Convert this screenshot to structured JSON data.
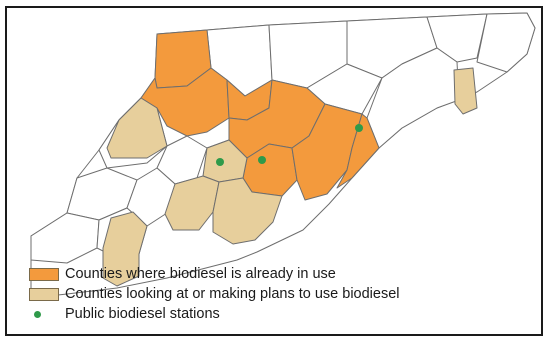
{
  "colors": {
    "in_use": "#f39a3d",
    "planning": "#e7cf9c",
    "station": "#2f9a4a",
    "county_border": "#6e6e6e",
    "county_fill": "#ffffff"
  },
  "legend": {
    "in_use_label": "Counties where biodiesel is already in use",
    "planning_label": "Counties looking at or making plans to use biodiesel",
    "stations_label": "Public biodiesel stations"
  }
}
